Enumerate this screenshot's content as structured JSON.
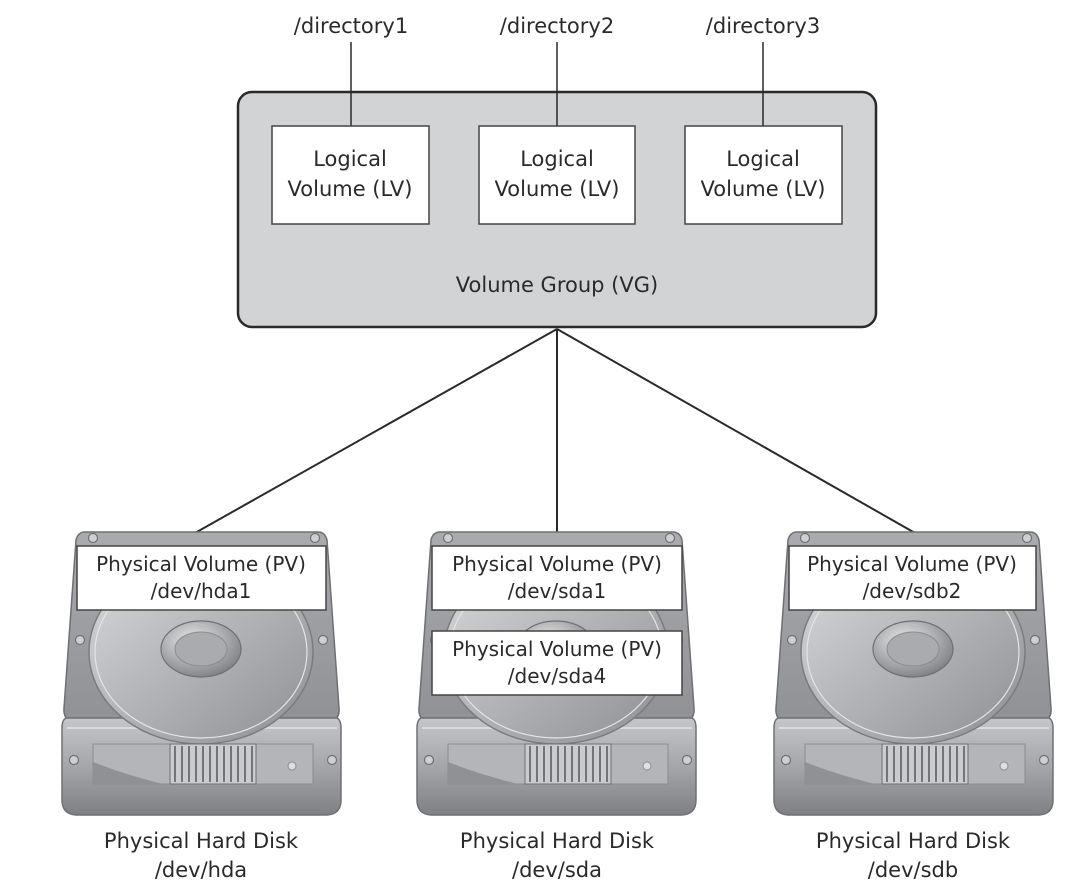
{
  "diagram": {
    "directories": [
      "/directory1",
      "/directory2",
      "/directory3"
    ],
    "logical_volumes": [
      {
        "line1": "Logical",
        "line2": "Volume (LV)"
      },
      {
        "line1": "Logical",
        "line2": "Volume (LV)"
      },
      {
        "line1": "Logical",
        "line2": "Volume (LV)"
      }
    ],
    "volume_group": {
      "label": "Volume Group (VG)"
    },
    "disks": [
      {
        "name": "Physical Hard Disk",
        "device": "/dev/hda",
        "physical_volumes": [
          {
            "title": "Physical Volume (PV)",
            "device": "/dev/hda1"
          }
        ]
      },
      {
        "name": "Physical Hard Disk",
        "device": "/dev/sda",
        "physical_volumes": [
          {
            "title": "Physical Volume (PV)",
            "device": "/dev/sda1"
          },
          {
            "title": "Physical Volume (PV)",
            "device": "/dev/sda4"
          }
        ]
      },
      {
        "name": "Physical Hard Disk",
        "device": "/dev/sdb",
        "physical_volumes": [
          {
            "title": "Physical Volume (PV)",
            "device": "/dev/sdb2"
          }
        ]
      }
    ],
    "colors": {
      "vg_fill": "#d2d3d5",
      "stroke": "#2a2a2a",
      "box_fill": "#ffffff",
      "disk_body": "#9a9c9f"
    }
  }
}
